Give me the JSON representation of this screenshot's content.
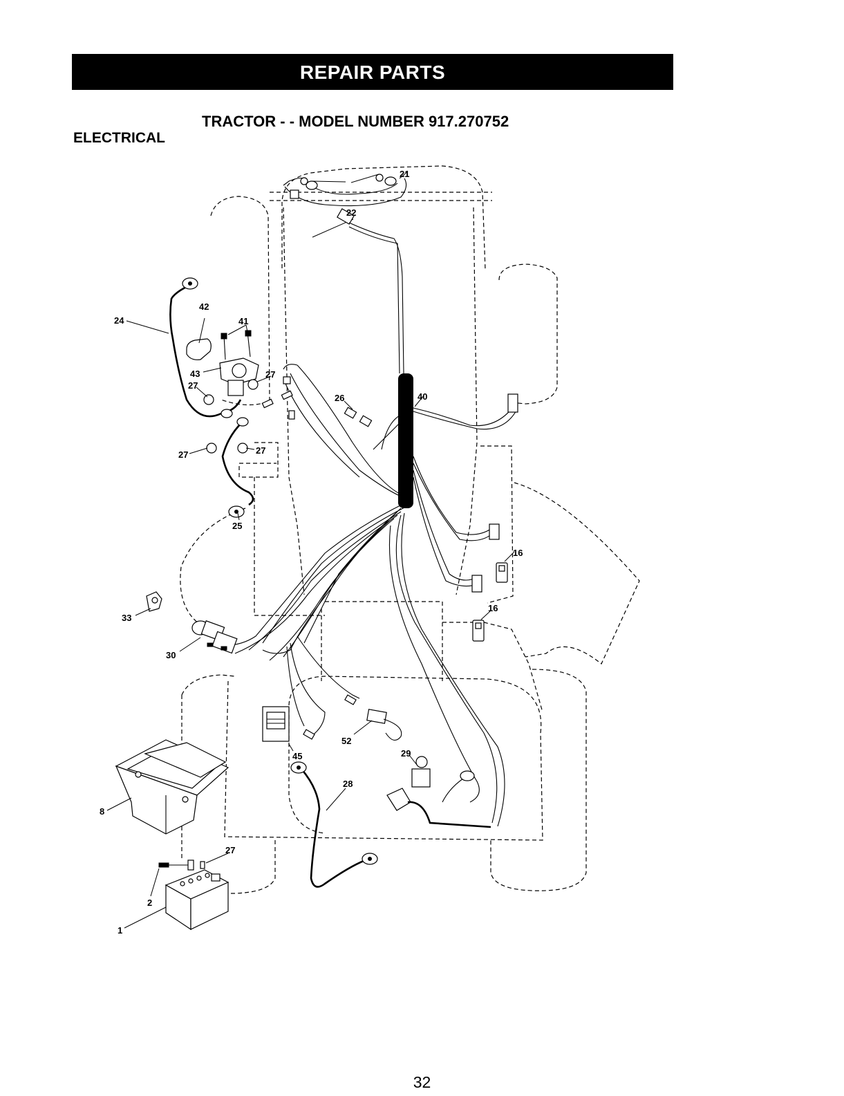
{
  "header": {
    "title": "REPAIR PARTS"
  },
  "model_title": "TRACTOR - - MODEL NUMBER 917.270752",
  "section": "ELECTRICAL",
  "page_number": "32",
  "callouts": {
    "c22": "22",
    "c21": "21",
    "c42": "42",
    "c41": "41",
    "c24": "24",
    "c43": "43",
    "c27a": "27",
    "c27b": "27",
    "c27c": "27",
    "c27d": "27",
    "c27e": "27",
    "c26": "26",
    "c40": "40",
    "c25": "25",
    "c16a": "16",
    "c16b": "16",
    "c33": "33",
    "c30": "30",
    "c45": "45",
    "c52": "52",
    "c29": "29",
    "c28": "28",
    "c8": "8",
    "c2": "2",
    "c1": "1"
  }
}
